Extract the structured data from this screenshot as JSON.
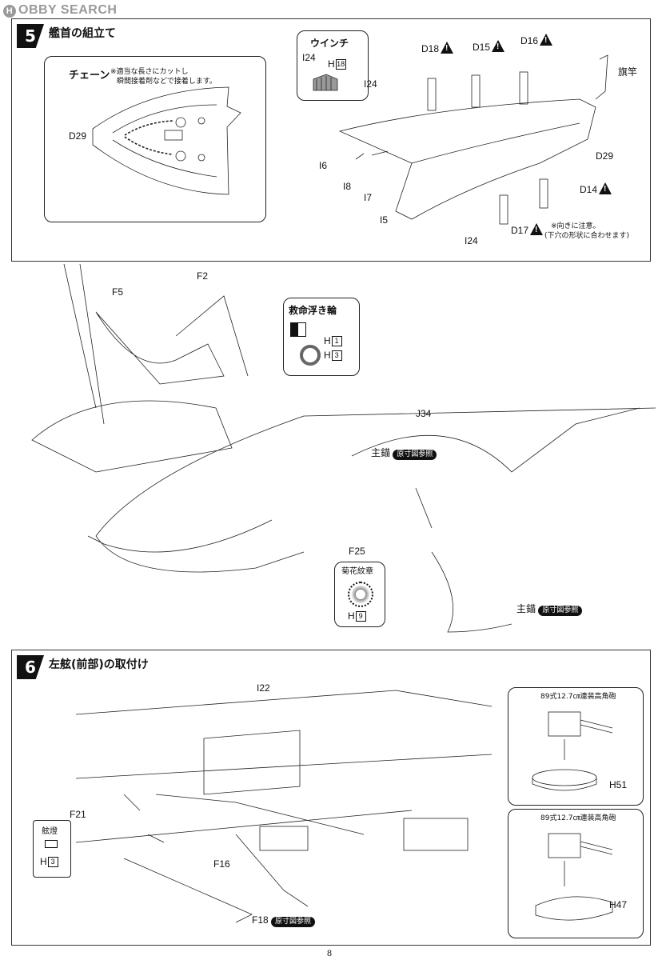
{
  "watermark": {
    "badge": "H",
    "text": "OBBY SEARCH"
  },
  "step5": {
    "number": "5",
    "title": "艦首の組立て",
    "chain": {
      "title": "チェーン",
      "note1": "※適当な長さにカットし",
      "note2": "瞬間接着剤などで接着します。",
      "part": "D29"
    },
    "winch": {
      "title": "ウインチ",
      "part": "I24",
      "h_label": "H",
      "h_num": "18"
    },
    "parts": {
      "i24a": "I24",
      "d18": "D18",
      "d15": "D15",
      "d16": "D16",
      "flagpole": "旗竿",
      "i6": "I6",
      "i8": "I8",
      "i7": "I7",
      "i5": "I5",
      "i24b": "I24",
      "d29": "D29",
      "d14": "D14",
      "d17": "D17",
      "d17_note1": "※向きに注意。",
      "d17_note2": "(下穴の形状に合わせます)",
      "f5": "F5",
      "f2": "F2",
      "j34": "J34",
      "f25": "F25"
    },
    "lifebuoy": {
      "title": "救命浮き輪",
      "h1_label": "H",
      "h1_num": "1",
      "h3_label": "H",
      "h3_num": "3"
    },
    "anchor_label": "主錨",
    "anchor_ref": "原寸図参照",
    "anchor2_label": "主錨",
    "anchor2_ref": "原寸図参照",
    "crest": {
      "title": "菊花紋章",
      "h_label": "H",
      "h_num": "9"
    }
  },
  "step6": {
    "number": "6",
    "title": "左舷(前部)の取付け",
    "parts": {
      "i22": "I22",
      "f21": "F21",
      "f16": "F16",
      "f18": "F18",
      "f18_ref": "原寸図参照"
    },
    "lantern": {
      "title": "舷燈",
      "h_label": "H",
      "h_num": "3"
    },
    "gun_a": {
      "title": "89式12.7㎝連装高角砲",
      "part": "H51"
    },
    "gun_b": {
      "title": "89式12.7㎝連装高角砲",
      "part": "H47"
    }
  },
  "page_number": "8"
}
